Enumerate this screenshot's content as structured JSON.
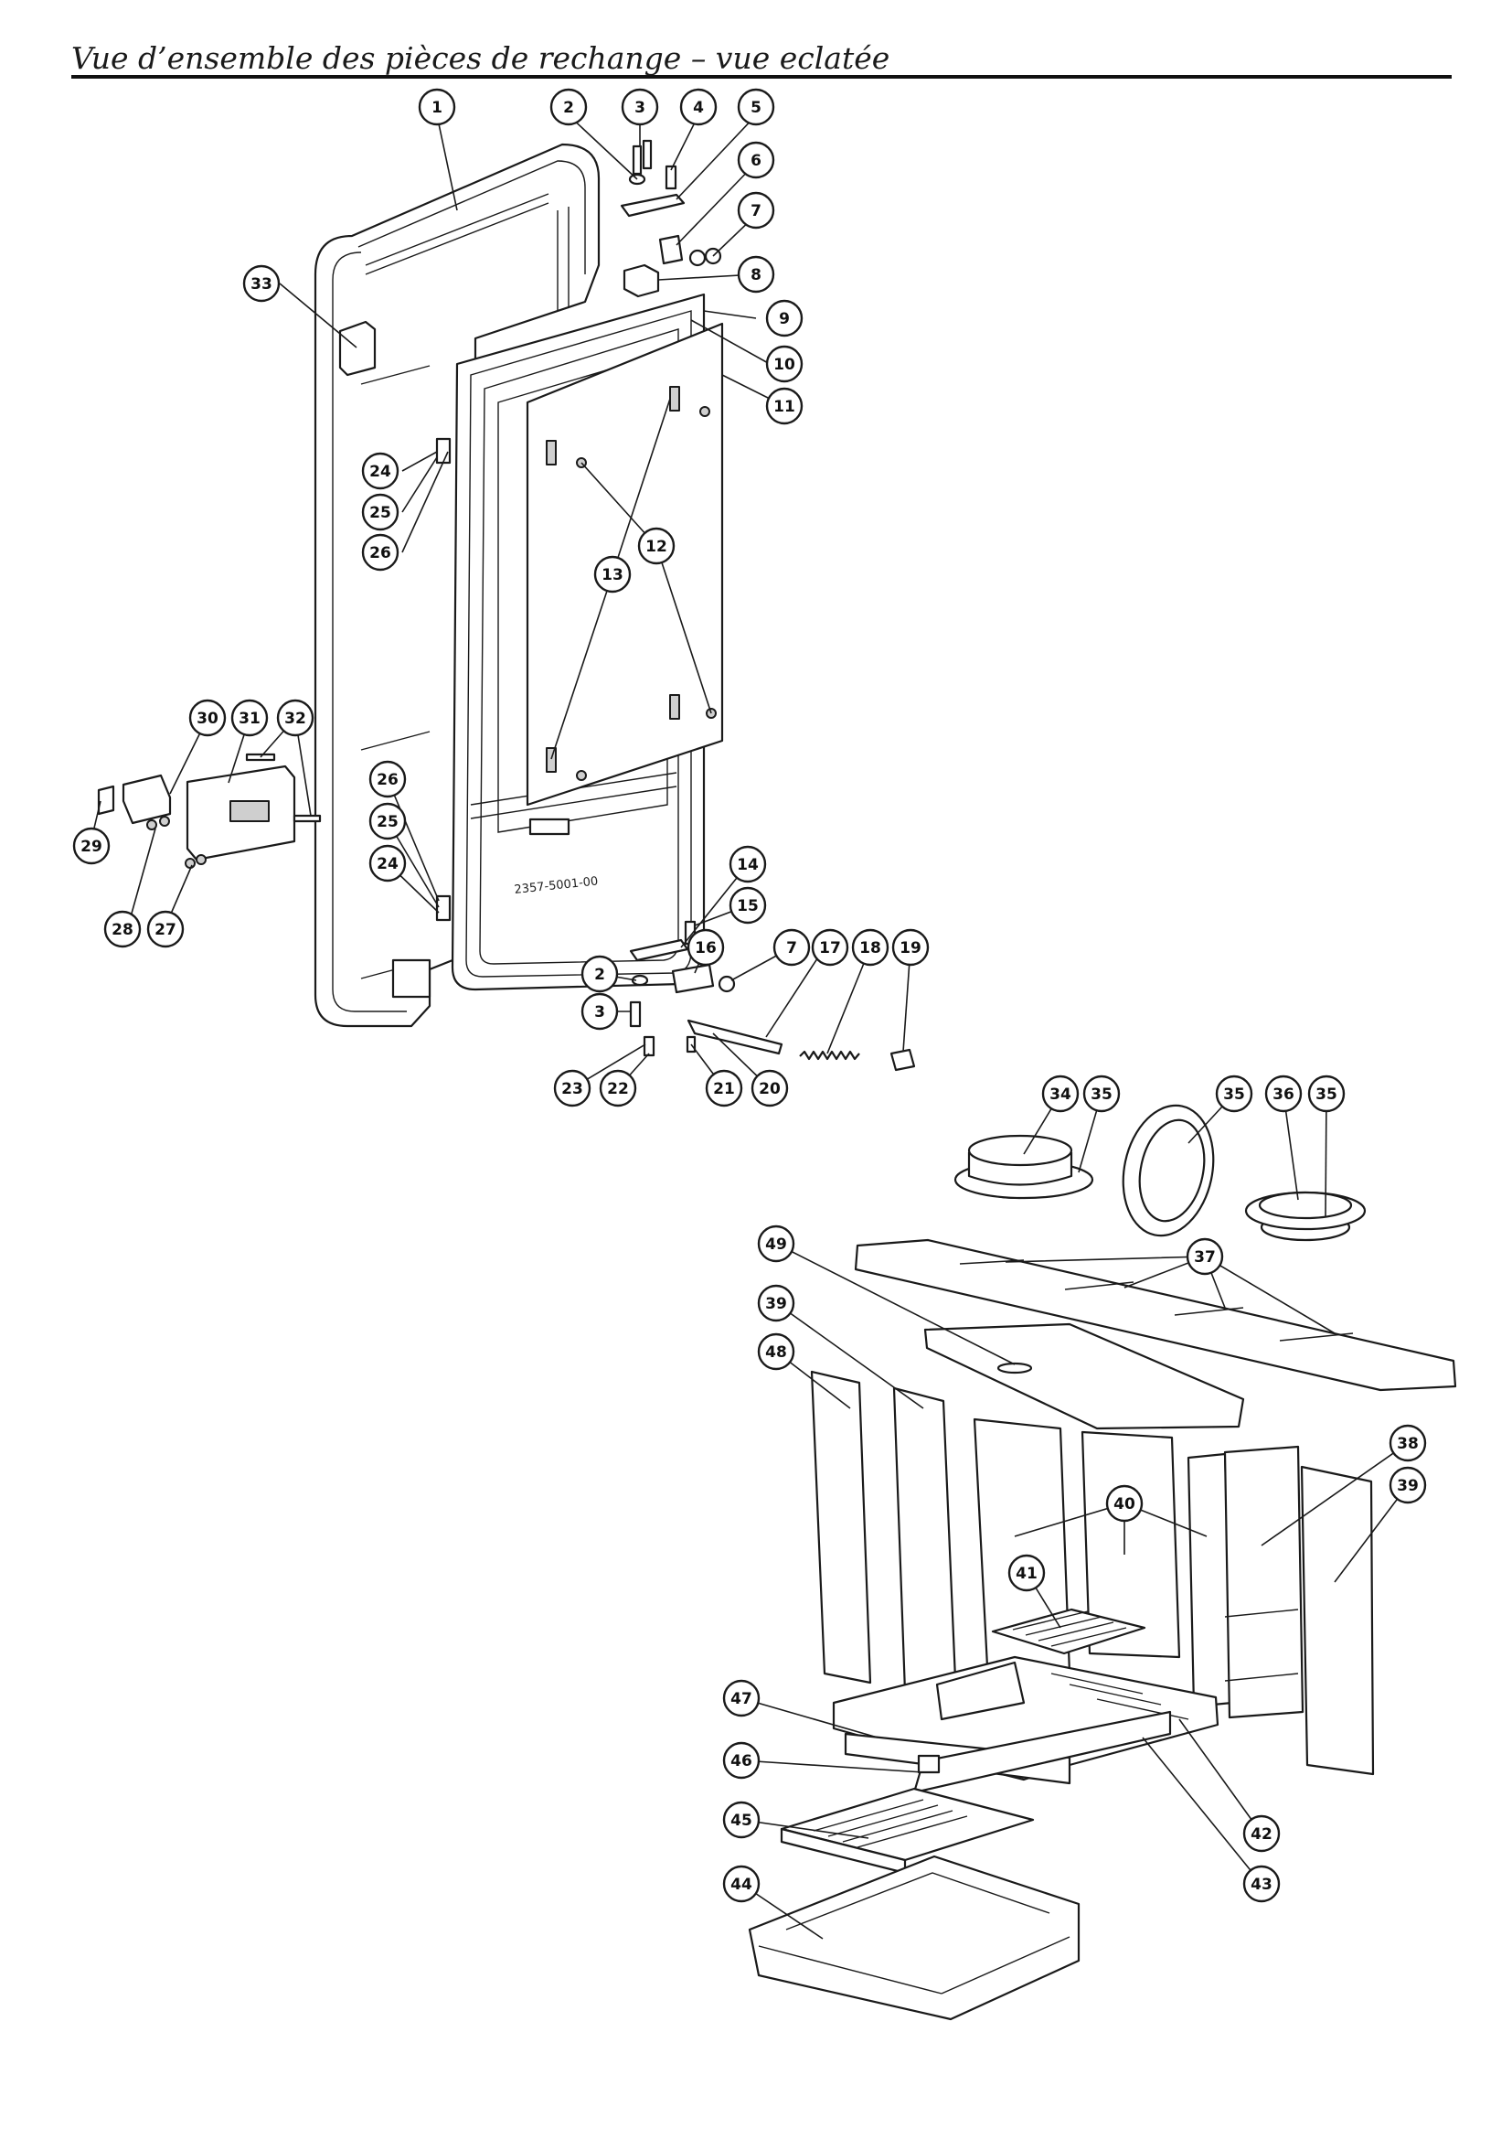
{
  "page": {
    "title": "Vue d’ensemble des pièces de rechange – vue eclatée"
  },
  "drawing": {
    "door_stamp": "2357-5001-00"
  },
  "callouts": [
    {
      "n": "1"
    },
    {
      "n": "2"
    },
    {
      "n": "3"
    },
    {
      "n": "4"
    },
    {
      "n": "5"
    },
    {
      "n": "6"
    },
    {
      "n": "7"
    },
    {
      "n": "8"
    },
    {
      "n": "9"
    },
    {
      "n": "10"
    },
    {
      "n": "11"
    },
    {
      "n": "13"
    },
    {
      "n": "12"
    },
    {
      "n": "33"
    },
    {
      "n": "24"
    },
    {
      "n": "25"
    },
    {
      "n": "26"
    },
    {
      "n": "30"
    },
    {
      "n": "31"
    },
    {
      "n": "32"
    },
    {
      "n": "29"
    },
    {
      "n": "28"
    },
    {
      "n": "27"
    },
    {
      "n": "26"
    },
    {
      "n": "25"
    },
    {
      "n": "24"
    },
    {
      "n": "14"
    },
    {
      "n": "15"
    },
    {
      "n": "16"
    },
    {
      "n": "2"
    },
    {
      "n": "7"
    },
    {
      "n": "17"
    },
    {
      "n": "18"
    },
    {
      "n": "19"
    },
    {
      "n": "3"
    },
    {
      "n": "23"
    },
    {
      "n": "22"
    },
    {
      "n": "21"
    },
    {
      "n": "20"
    },
    {
      "n": "34"
    },
    {
      "n": "35"
    },
    {
      "n": "35"
    },
    {
      "n": "36"
    },
    {
      "n": "35"
    },
    {
      "n": "49"
    },
    {
      "n": "37"
    },
    {
      "n": "39"
    },
    {
      "n": "48"
    },
    {
      "n": "38"
    },
    {
      "n": "39"
    },
    {
      "n": "40"
    },
    {
      "n": "41"
    },
    {
      "n": "47"
    },
    {
      "n": "46"
    },
    {
      "n": "42"
    },
    {
      "n": "45"
    },
    {
      "n": "43"
    },
    {
      "n": "44"
    }
  ]
}
